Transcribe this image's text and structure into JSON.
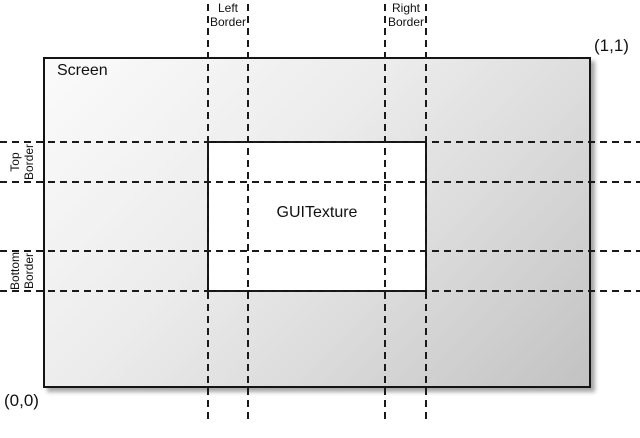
{
  "diagram": {
    "screen_label": "Screen",
    "texture_label": "GUITexture",
    "coords": {
      "top_right": "(1,1)",
      "bottom_left": "(0,0)"
    },
    "border_labels": {
      "left": {
        "line1": "Left",
        "line2": "Border"
      },
      "right": {
        "line1": "Right",
        "line2": "Border"
      },
      "top": {
        "line1": "Top",
        "line2": "Border"
      },
      "bottom": {
        "line1": "Bottom",
        "line2": "Border"
      }
    },
    "colors": {
      "screen_gradient_start": "#fbfbfb",
      "screen_gradient_end": "#c2c2c2",
      "texture_fill": "#ffffff",
      "line_color": "#1a1a1a",
      "text_color": "#111111",
      "background": "#ffffff"
    }
  }
}
